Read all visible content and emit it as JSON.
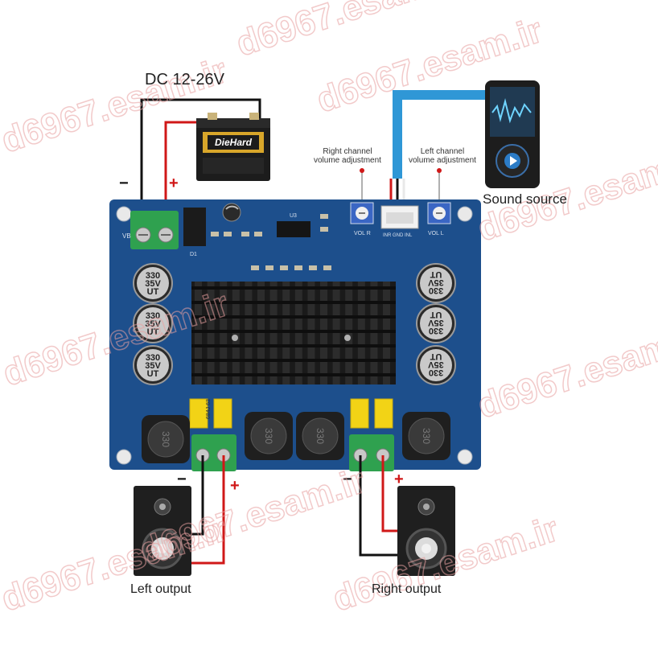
{
  "power": {
    "label": "DC 12-26V",
    "battery_brand": "DieHard",
    "minus": "−",
    "plus": "+"
  },
  "sound_source": {
    "label": "Sound source"
  },
  "adjust": {
    "right": {
      "line1": "Right channel",
      "line2": "volume adjustment"
    },
    "left": {
      "line1": "Left channel",
      "line2": "volume adjustment"
    }
  },
  "board": {
    "terminal_label": "VB",
    "pot_right_label": "VOL R",
    "pot_left_label": "VOL L",
    "input_label": "INR GND INL",
    "capacitor": {
      "line1": "330",
      "line2": "35V",
      "line3": "UT"
    },
    "inductor_text": "330",
    "film_cap_text": "684J 63",
    "chip_text": "U3",
    "diode_text": "D1"
  },
  "outputs": {
    "left": {
      "label": "Left output",
      "minus": "−",
      "plus": "+"
    },
    "right": {
      "label": "Right output",
      "minus": "−",
      "plus": "+"
    }
  },
  "watermark": "d6967.esam.ir",
  "colors": {
    "board": "#1d4f8c",
    "heatsink": "#1a1a1a",
    "terminal": "#2fa14f",
    "wire_red": "#d01818",
    "wire_black": "#111111",
    "wire_blue": "#2f97d6",
    "film_cap": "#f2d316",
    "watermark": "#e8a0a0"
  }
}
